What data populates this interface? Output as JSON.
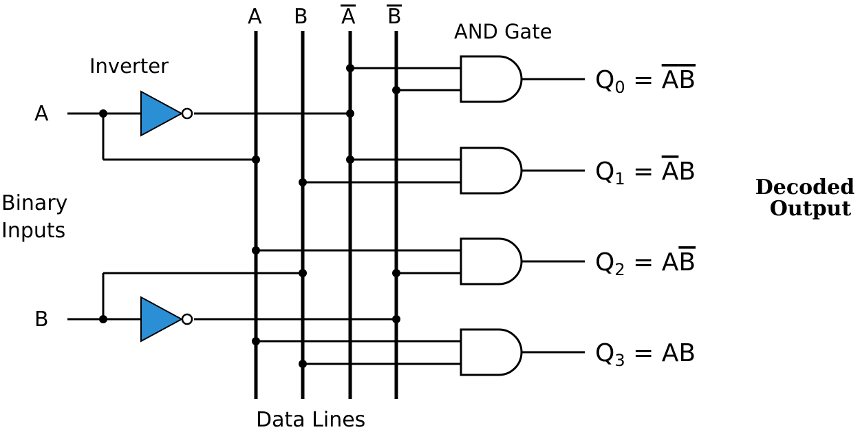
{
  "labels": {
    "bus_a": "A",
    "bus_b": "B",
    "bus_a_not": "A",
    "bus_b_not": "B",
    "and_gate": "AND Gate",
    "inverter": "Inverter",
    "input_a": "A",
    "input_b": "B",
    "binary_inputs_line1": "Binary",
    "binary_inputs_line2": "Inputs",
    "data_lines": "Data Lines",
    "decoded_line1": "Decoded",
    "decoded_line2": "Output"
  },
  "outputs": [
    {
      "q": "Q",
      "sub": "0",
      "eq": " = ",
      "t1": "A",
      "t1_bar": true,
      "t2": "B",
      "t2_bar": true
    },
    {
      "q": "Q",
      "sub": "1",
      "eq": " = ",
      "t1": "A",
      "t1_bar": true,
      "t2": "B",
      "t2_bar": false
    },
    {
      "q": "Q",
      "sub": "2",
      "eq": " = ",
      "t1": "A",
      "t1_bar": false,
      "t2": "B",
      "t2_bar": true
    },
    {
      "q": "Q",
      "sub": "3",
      "eq": " = ",
      "t1": "A",
      "t1_bar": false,
      "t2": "B",
      "t2_bar": false
    }
  ],
  "colors": {
    "inverter_fill": "#2b8fd6",
    "line": "#000000"
  }
}
